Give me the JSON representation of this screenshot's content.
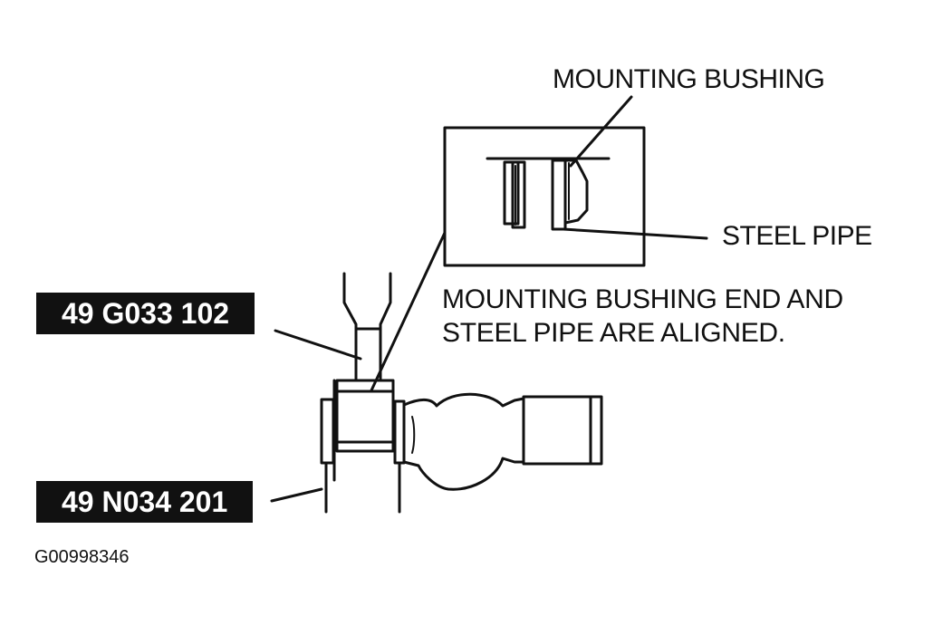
{
  "labels": {
    "mounting_bushing": "MOUNTING BUSHING",
    "steel_pipe": "STEEL PIPE",
    "note_line1": "MOUNTING BUSHING END AND",
    "note_line2": "STEEL PIPE ARE ALIGNED."
  },
  "tools": {
    "tool_upper": "49 G033 102",
    "tool_lower": "49 N034 201"
  },
  "figure_id": "G00998346",
  "colors": {
    "ink": "#111111",
    "paper": "#ffffff",
    "tag_text": "#ffffff"
  }
}
